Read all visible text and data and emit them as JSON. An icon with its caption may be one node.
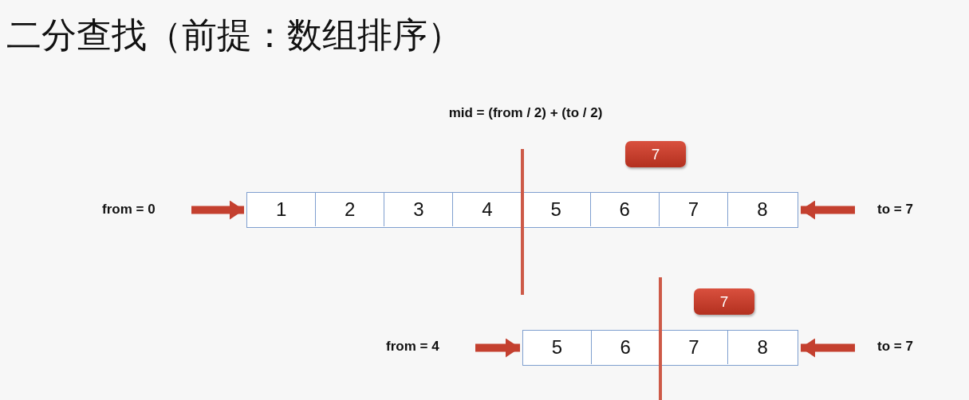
{
  "diagram": {
    "title": "二分查找（前提：数组排序）",
    "nodes": [
      {
        "text": [
          "from = 0"
        ]
      },
      {
        "text": [],
        "shape": "box"
      },
      {
        "text": [
          "1"
        ],
        "in": 1
      },
      {
        "text": [
          "2"
        ],
        "in": 1
      },
      {
        "text": [
          "3"
        ],
        "in": 1
      },
      {
        "text": [
          "4"
        ],
        "in": 1
      },
      {
        "text": [
          "5"
        ],
        "in": 1
      },
      {
        "text": [
          "6"
        ],
        "in": 1
      },
      {
        "text": [
          "7"
        ],
        "in": 1
      },
      {
        "text": [
          "8"
        ],
        "in": 1
      },
      {
        "text": [
          "to = 7"
        ]
      },
      {
        "text": [
          "7"
        ]
      },
      {
        "text": [
          "from = 4"
        ]
      },
      {
        "text": [],
        "shape": "box"
      },
      {
        "text": [
          "5"
        ],
        "in": 13
      },
      {
        "text": [
          "6"
        ],
        "in": 13
      },
      {
        "text": [
          "7"
        ],
        "in": 13
      },
      {
        "text": [
          "8"
        ],
        "in": 13
      },
      {
        "text": [
          "to = 7"
        ]
      },
      {
        "text": [
          "7"
        ]
      }
    ],
    "edges": [
      {
        "from": 0,
        "to": 1,
        "arrow": "to"
      },
      {
        "from": 10,
        "to": 1,
        "arrow": "to"
      },
      {
        "from": 12,
        "to": 13,
        "arrow": "to"
      },
      {
        "from": 18,
        "to": 13,
        "arrow": "to"
      }
    ],
    "labels": [
      "mid = (from / 2) + (to / 2)"
    ]
  }
}
